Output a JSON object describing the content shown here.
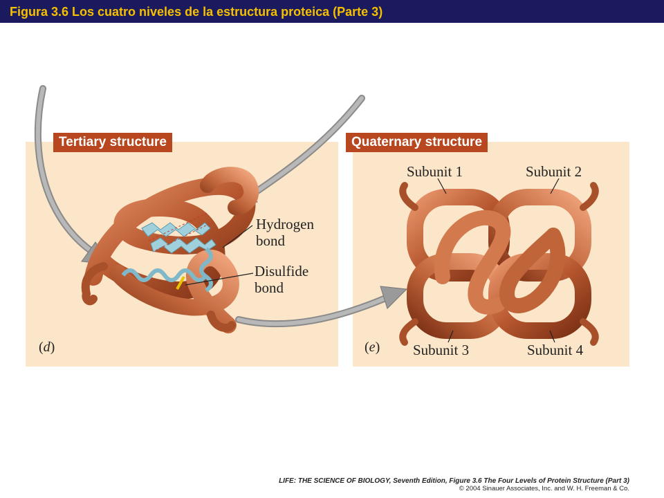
{
  "header": {
    "title": "Figura 3.6  Los cuatro niveles de la estructura proteica (Parte 3)"
  },
  "panels": {
    "tertiary": {
      "tag": "Tertiary structure",
      "letter_open": "(",
      "letter": "d",
      "letter_close": ")"
    },
    "quaternary": {
      "tag": "Quaternary structure",
      "letter_open": "(",
      "letter": "e",
      "letter_close": ")"
    }
  },
  "labels": {
    "hydrogen_bond_1": "Hydrogen",
    "hydrogen_bond_2": "bond",
    "disulfide_bond_1": "Disulfide",
    "disulfide_bond_2": "bond",
    "subunit_1": "Subunit 1",
    "subunit_2": "Subunit 2",
    "subunit_3": "Subunit 3",
    "subunit_4": "Subunit 4"
  },
  "footer": {
    "line1": "LIFE: THE SCIENCE OF BIOLOGY, Seventh Edition, Figure 3.6 The Four Levels of Protein Structure (Part 3)",
    "line2": "© 2004 Sinauer Associates, Inc. and W. H. Freeman & Co."
  },
  "colors": {
    "header_bg": "#1b1a5e",
    "header_text": "#f5c000",
    "panel_bg": "#fbe6c9",
    "tag_bg": "#b8471f",
    "protein": "#b5562e",
    "helix": "#7fb8c8",
    "sheet": "#9fd0dc",
    "arrow": "#9a9a9a"
  }
}
